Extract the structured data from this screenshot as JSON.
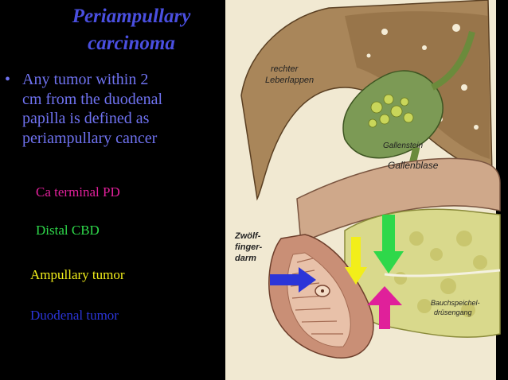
{
  "title": {
    "line1": "Periampullary",
    "line2": "carcinoma"
  },
  "bullet": {
    "marker": "•",
    "lines": [
      "Any tumor within 2",
      "cm from the duodenal",
      "papilla is defined as",
      "periampullary cancer"
    ]
  },
  "labels": {
    "pd": "Ca terminal PD",
    "cbd": "Distal CBD",
    "ampullary": "Ampullary tumor",
    "duodenal": "Duodenal tumor"
  },
  "figure": {
    "rechter": "rechter",
    "leberlappen": "Leberlappen",
    "gallenstein": "Gallenstein",
    "gallenblase": "Gallenblase",
    "zwolf": "Zwölf-",
    "finger": "finger-",
    "darm": "darm",
    "bauch": "Bauchspeichel-",
    "druesengang": "drüsengang"
  },
  "colors": {
    "title": "#4a4fe0",
    "pd": "#e0209a",
    "cbd": "#2ed84a",
    "ampullary": "#f2ee1a",
    "duodenal": "#2b35d8"
  }
}
